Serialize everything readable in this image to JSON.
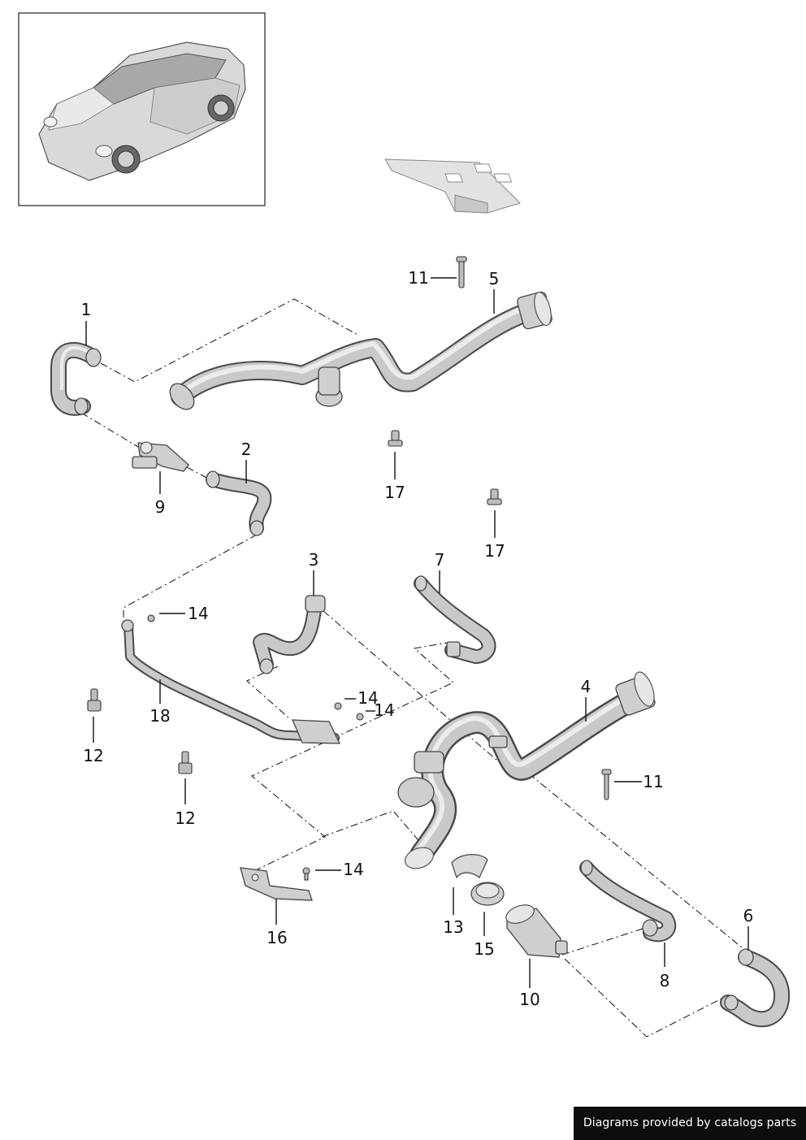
{
  "callouts": {
    "c1": "1",
    "c2": "2",
    "c3": "3",
    "c4": "4",
    "c5": "5",
    "c6": "6",
    "c7": "7",
    "c8": "8",
    "c9": "9",
    "c10": "10",
    "c11a": "11",
    "c11b": "11",
    "c12a": "12",
    "c12b": "12",
    "c13": "13",
    "c14a": "14",
    "c14b": "14",
    "c14c": "14",
    "c14d": "14",
    "c15": "15",
    "c16": "16",
    "c17a": "17",
    "c17b": "17",
    "c18": "18"
  },
  "footer": {
    "credit": "Diagrams provided by catalogs parts"
  },
  "colors": {
    "ink": "#111111",
    "part_fill": "#cfcfcf",
    "footer_bg": "#0d0d0d",
    "footer_text": "#ffffff"
  }
}
